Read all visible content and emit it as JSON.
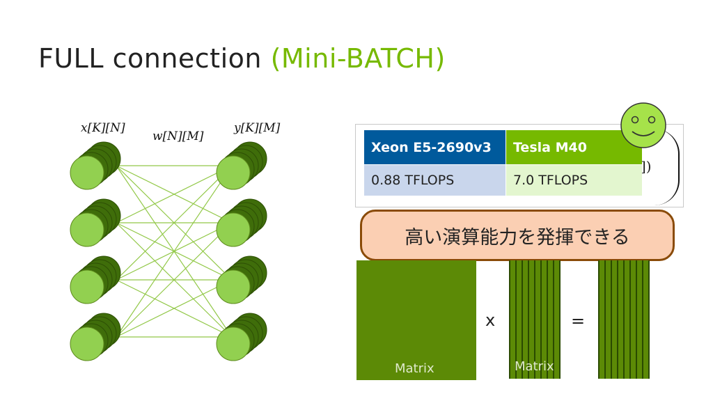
{
  "title": {
    "main": "FULL connection",
    "sub": "(Mini-BATCH)"
  },
  "network": {
    "input_label": "x[K][N]",
    "weight_label": "w[N][M]",
    "output_label": "y[K][M]",
    "input_nodes": 4,
    "output_nodes": 4,
    "stack_depth": 5,
    "node_color": "#92d050",
    "node_shadow_color": "#3f6d0a",
    "edge_color": "#92c848"
  },
  "spec_table": {
    "headers": [
      "Xeon E5-2690v3",
      "Tesla M40"
    ],
    "values": [
      "0.88 TFLOPS",
      "7.0 TFLOPS"
    ],
    "header_colors": [
      "#005a9c",
      "#76b900"
    ],
    "value_colors": [
      "#c9d6ec",
      "#e3f6cf"
    ]
  },
  "background_fragment": "])",
  "callout": {
    "text": "高い演算能力を発揮できる"
  },
  "matrix": {
    "label_a": "Matrix",
    "label_b": "Matrix",
    "times": "x",
    "equals": "=",
    "color": "#5c8a06",
    "stripe_dark": "#2a4a00"
  },
  "smiley_color": "#a6e24a"
}
